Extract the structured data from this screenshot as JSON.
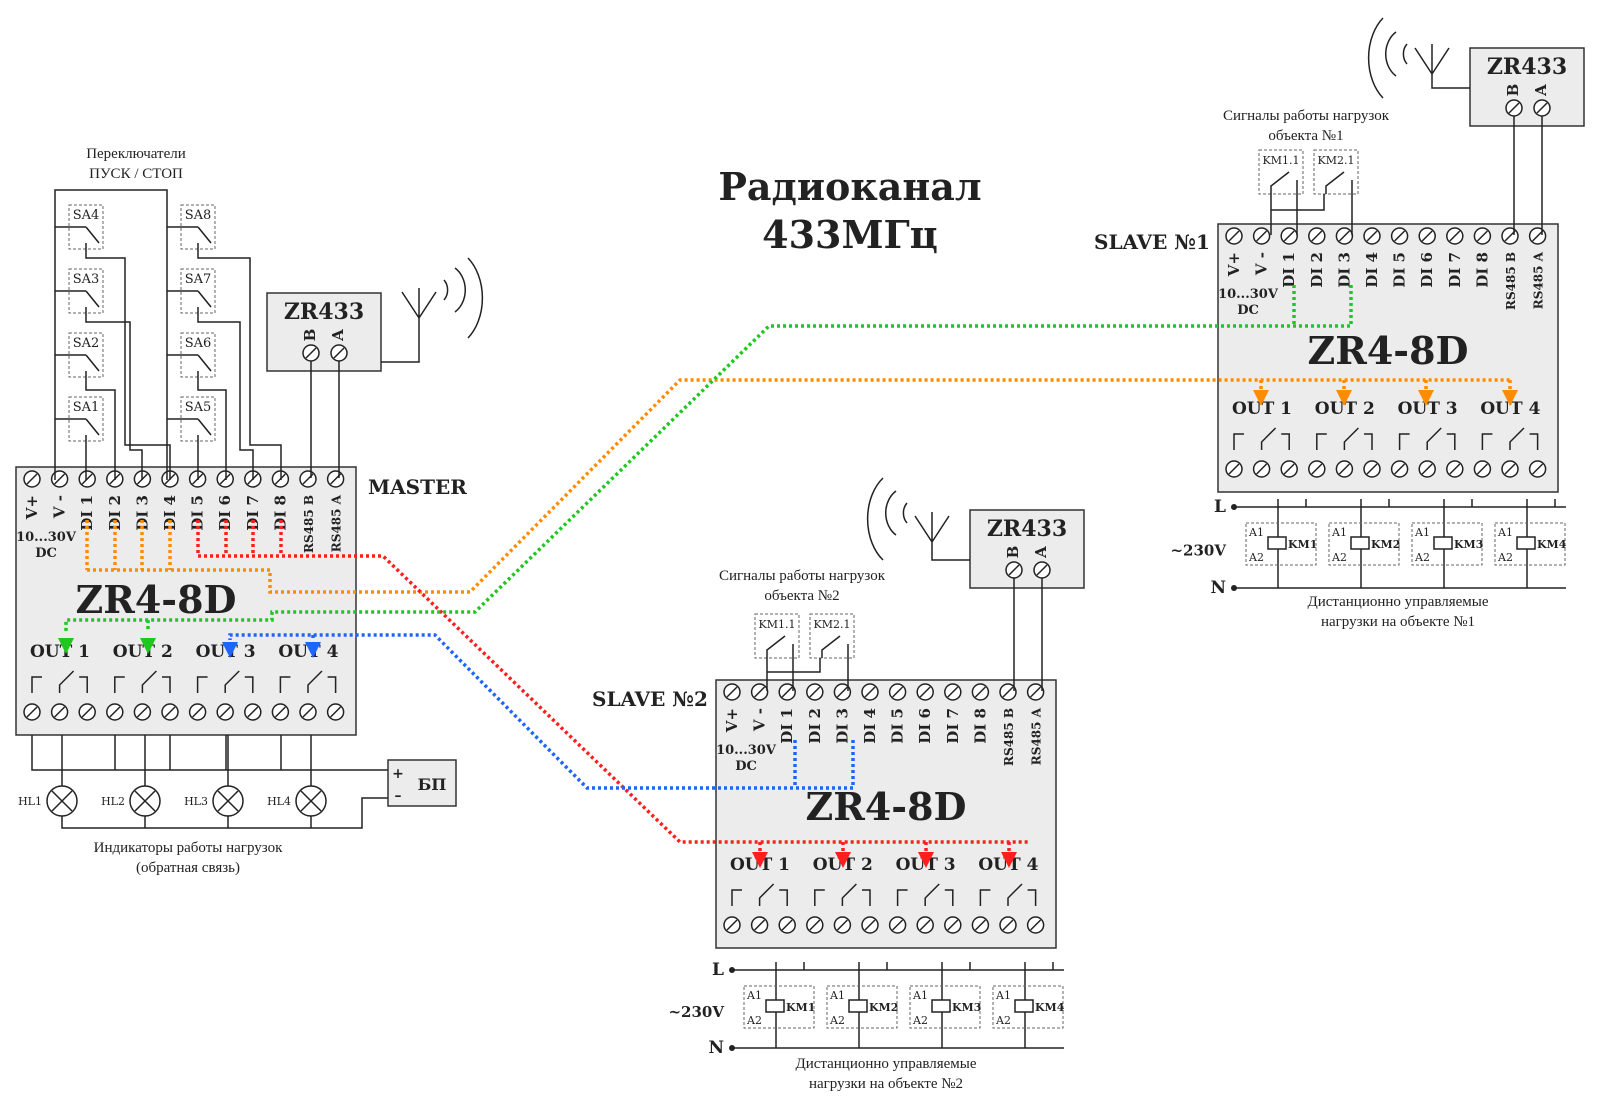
{
  "title": {
    "line1": "Радиоканал",
    "line2": "433МГц"
  },
  "master": {
    "label": "MASTER",
    "model": "ZR4-8D"
  },
  "slave1": {
    "label": "SLAVE №1",
    "model": "ZR4-8D"
  },
  "slave2": {
    "label": "SLAVE №2",
    "model": "ZR4-8D"
  },
  "zr433": {
    "name": "ZR433",
    "b": "B",
    "a": "A"
  },
  "inputs": {
    "vplus": "V+",
    "vminus": "V -",
    "range": "10...30V",
    "dc": "DC",
    "di": [
      "DI 1",
      "DI 2",
      "DI 3",
      "DI 4",
      "DI 5",
      "DI 6",
      "DI 7",
      "DI 8"
    ],
    "rs_b": "RS485 B",
    "rs_a": "RS485 A"
  },
  "outputs": [
    "OUT 1",
    "OUT 2",
    "OUT 3",
    "OUT 4"
  ],
  "switches": {
    "caption_line1": "Переключатели",
    "caption_line2": "ПУСК / СТОП",
    "left": [
      "SA4",
      "SA3",
      "SA2",
      "SA1"
    ],
    "right": [
      "SA8",
      "SA7",
      "SA6",
      "SA5"
    ]
  },
  "indicators": {
    "lamps": [
      "HL1",
      "HL2",
      "HL3",
      "HL4"
    ],
    "psu": "БП",
    "plus": "+",
    "minus": "–",
    "caption_line1": "Индикаторы работы нагрузок",
    "caption_line2": "(обратная связь)"
  },
  "slave1_signals": {
    "caption_line1": "Сигналы работы нагрузок",
    "caption_line2": "объекта №1",
    "contacts": [
      "KM1.1",
      "KM2.1"
    ]
  },
  "slave2_signals": {
    "caption_line1": "Сигналы работы нагрузок",
    "caption_line2": "объекта №2",
    "contacts": [
      "KM1.1",
      "KM2.1"
    ]
  },
  "mains": {
    "l": "L",
    "n": "N",
    "voltage": "~230V",
    "a1": "A1",
    "a2": "A2"
  },
  "contactors": [
    "KM1",
    "KM2",
    "KM3",
    "KM4"
  ],
  "slave1_loads": {
    "caption_line1": "Дистанционно управляемые",
    "caption_line2": "нагрузки на объекте №1"
  },
  "slave2_loads": {
    "caption_line1": "Дистанционно управляемые",
    "caption_line2": "нагрузки на объекте №2"
  },
  "colors": {
    "orange": "#ff8c00",
    "green": "#1ec81e",
    "blue": "#1e64ff",
    "red": "#ff1e1e"
  }
}
